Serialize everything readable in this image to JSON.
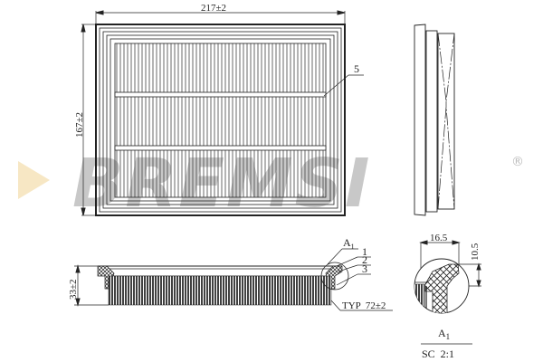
{
  "watermark": {
    "brand": "BREMSI",
    "registered_symbol": "®",
    "triangle_color": "#f7e7c4",
    "text_color": "#c8c8c8"
  },
  "top_view": {
    "width_dimension": "217±2",
    "height_dimension": "167±2",
    "callout_5": "5"
  },
  "side_view": {},
  "section_view": {
    "height_dimension": "33±2",
    "detail_marker": "A",
    "detail_marker_subscript": "1",
    "callouts": [
      "1",
      "2",
      "3"
    ],
    "pleat_note": "TYP  72±2"
  },
  "detail_view": {
    "width_dimension": "16.5",
    "height_dimension": "10.5",
    "title": "A",
    "title_subscript": "1",
    "scale": "SC  2:1"
  },
  "colors": {
    "line": "#222222",
    "watermark_grey": "#c8c8c8",
    "watermark_triangle": "#f7e7c4"
  }
}
